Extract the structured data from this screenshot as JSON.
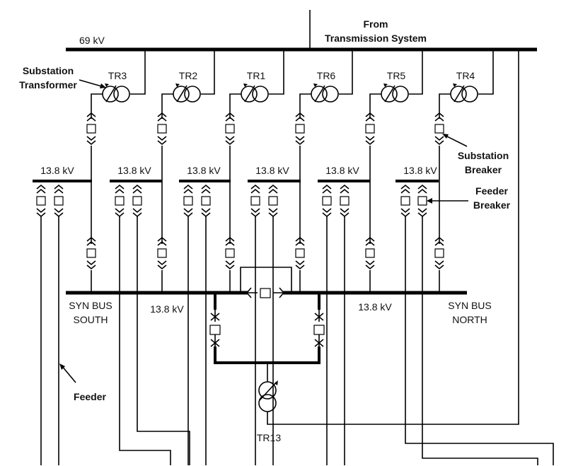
{
  "labels": {
    "from_line1": "From",
    "from_line2": "Transmission System",
    "hv_bus": "69 kV",
    "substation_transformer_1": "Substation",
    "substation_transformer_2": "Transformer",
    "substation_breaker_1": "Substation",
    "substation_breaker_2": "Breaker",
    "feeder_breaker_1": "Feeder",
    "feeder_breaker_2": "Breaker",
    "feeder": "Feeder",
    "syn_south_1": "SYN BUS",
    "syn_south_2": "SOUTH",
    "syn_north_1": "SYN BUS",
    "syn_north_2": "NORTH",
    "syn_south_kv": "13.8 kV",
    "syn_north_kv": "13.8 kV",
    "tr13": "TR13"
  },
  "transformers": [
    "TR3",
    "TR2",
    "TR1",
    "TR6",
    "TR5",
    "TR4"
  ],
  "mv_buses": [
    "13.8 kV",
    "13.8 kV",
    "13.8 kV",
    "13.8 kV",
    "13.8 kV",
    "13.8 kV"
  ]
}
